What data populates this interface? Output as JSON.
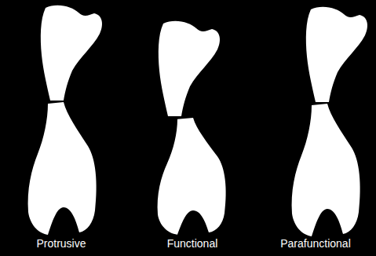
{
  "diagram": {
    "labels": [
      "Protrusive",
      "Functional",
      "Parafunctional"
    ]
  }
}
